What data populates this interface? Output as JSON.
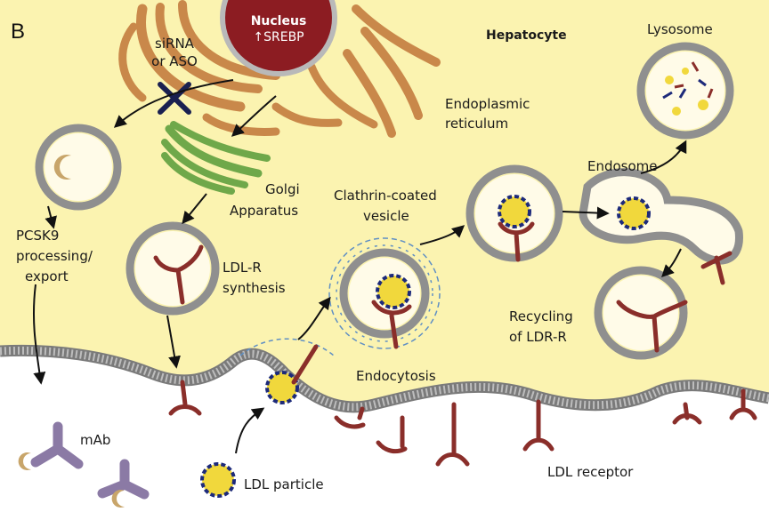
{
  "panel_letter": "B",
  "labels": {
    "cell": "Hepatocyte",
    "nucleus": "Nucleus",
    "srebp": "↑SREBP",
    "sirna_line1": "siRNA",
    "sirna_line2": "or ASO",
    "er_line1": "Endoplasmic",
    "er_line2": "reticulum",
    "lysosome": "Lysosome",
    "endosome": "Endosome",
    "golgi_line1": "Golgi",
    "golgi_line2": "Apparatus",
    "clathrin_line1": "Clathrin-coated",
    "clathrin_line2": "vesicle",
    "pcsk9_line1": "PCSK9",
    "pcsk9_line2": "processing/",
    "pcsk9_line3": "export",
    "ldlr_line1": "LDL-R",
    "ldlr_line2": "synthesis",
    "recycling_line1": "Recycling",
    "recycling_line2": "of LDR-R",
    "endocytosis": "Endocytosis",
    "mab": "mAb",
    "ldl_particle": "LDL particle",
    "ldl_receptor": "LDL receptor"
  },
  "colors": {
    "cytoplasm": "#fbf3b0",
    "membrane": "#9a9a9a",
    "nucleus": "#8c1c22",
    "er": "#c9884a",
    "golgi": "#6fa84a",
    "receptor": "#8a2e2a",
    "ldl_yellow": "#f1d83c",
    "ldl_blue": "#1d2a7a",
    "pcsk9": "#c8a56a",
    "antibody": "#8b7aa5",
    "clathrin": "#5f8fc4",
    "arrow": "#111111"
  }
}
